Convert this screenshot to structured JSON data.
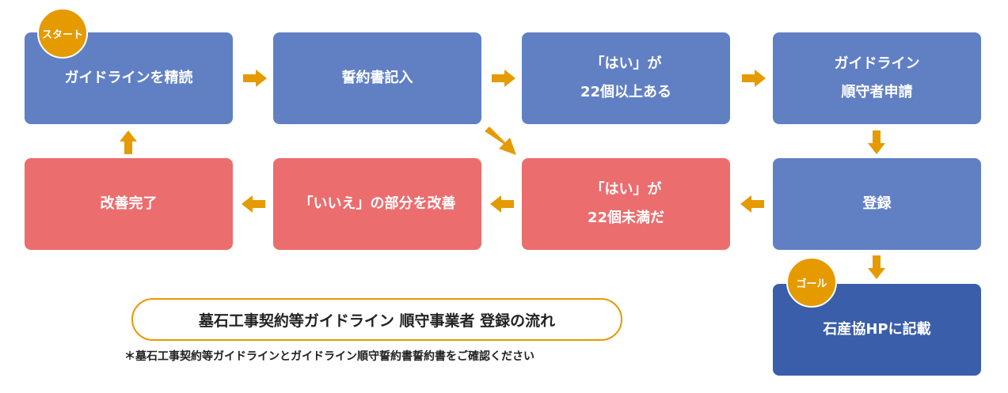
{
  "steps": {
    "read_guideline": "ガイドラインを精読",
    "fill_pledge": "誓約書記入",
    "yes_over_22_line1": "「はい」が",
    "yes_over_22_line2": "22個以上ある",
    "apply_line1": "ガイドライン",
    "apply_line2": "順守者申請",
    "register": "登録",
    "yes_under_22_line1": "「はい」が",
    "yes_under_22_line2": "22個未満だ",
    "improve_no_parts": "「いいえ」の部分を改善",
    "improvement_done": "改善完了",
    "listed_on_hp": "石産協HPに記載"
  },
  "badges": {
    "start": "スタート",
    "goal": "ゴール"
  },
  "title": "墓石工事契約等ガイドライン 順守事業者 登録の流れ",
  "note": "＊墓石工事契約等ガイドラインとガイドライン順守誓約書誓約書をご確認ください",
  "colors": {
    "step_blue": "#6180c4",
    "step_red": "#ec6d6e",
    "goal_navy": "#3a5ea9",
    "accent_orange": "#e59a00"
  }
}
